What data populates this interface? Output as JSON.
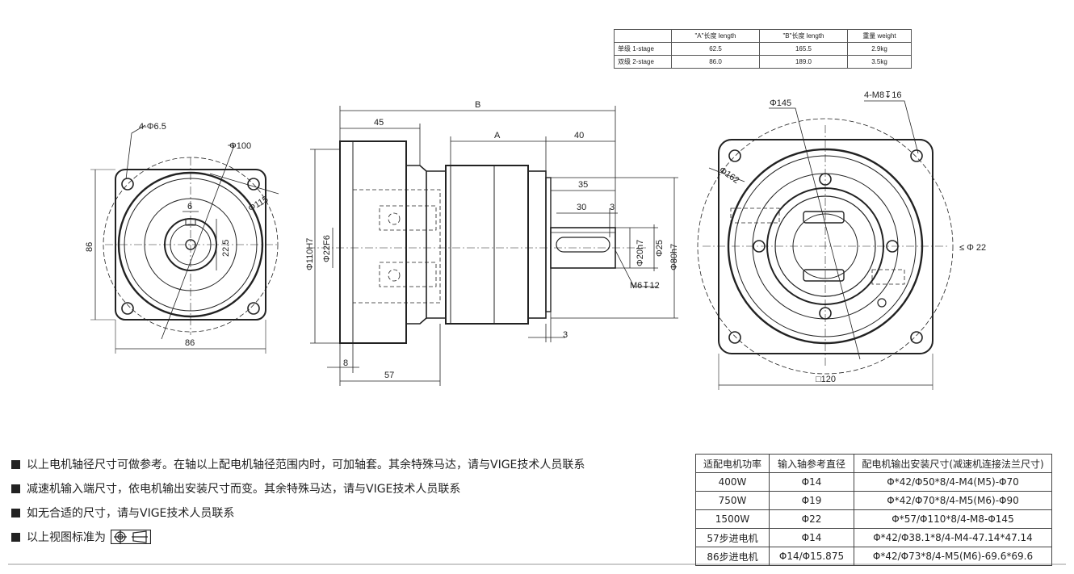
{
  "stage_table": {
    "headers": [
      "",
      "\"A\"长度 length",
      "\"B\"长度  length",
      "重量 weight"
    ],
    "rows": [
      [
        "单级 1-stage",
        "62.5",
        "165.5",
        "2.9kg"
      ],
      [
        "双级 2-stage",
        "86.0",
        "189.0",
        "3.5kg"
      ]
    ]
  },
  "front_view": {
    "bolt_holes": "4-Φ6.5",
    "pcd": "Φ100",
    "diameter_115": "Φ115",
    "key_width": "6",
    "key_height": "22.5",
    "height": "86",
    "width": "86"
  },
  "side_view": {
    "overall": "B",
    "flange_len": "45",
    "body_len": "A",
    "shaft_len": "40",
    "key_len": "35",
    "key_len2": "30",
    "key_offset": "3",
    "pilot": "Φ110H7",
    "input_bore": "Φ22F6",
    "shaft_dia": "Φ20h7",
    "collar_dia": "Φ25",
    "spigot_dia": "Φ80h7",
    "tap": "M6↧12",
    "spigot_len": "3",
    "flange_thk": "8",
    "input_len": "57"
  },
  "rear_view": {
    "pcd": "Φ145",
    "taps": "4-M8↧16",
    "outer": "Φ162",
    "bore_note": "≤ Φ 22",
    "square": "□120"
  },
  "notes": [
    "以上电机轴径尺寸可做参考。在轴以上配电机轴径范围内时，可加轴套。其余特殊马达，请与VIGE技术人员联系",
    "减速机输入端尺寸，依电机输出安装尺寸而变。其余特殊马达，请与VIGE技术人员联系",
    "如无合适的尺寸，请与VIGE技术人员联系",
    "以上视图标准为"
  ],
  "motor_table": {
    "headers": [
      "适配电机功率",
      "输入轴参考直径",
      "配电机输出安装尺寸(减速机连接法兰尺寸)"
    ],
    "rows": [
      [
        "400W",
        "Φ14",
        "Φ*42/Φ50*8/4-M4(M5)-Φ70"
      ],
      [
        "750W",
        "Φ19",
        "Φ*42/Φ70*8/4-M5(M6)-Φ90"
      ],
      [
        "1500W",
        "Φ22",
        "Φ*57/Φ110*8/4-M8-Φ145"
      ],
      [
        "57步进电机",
        "Φ14",
        "Φ*42/Φ38.1*8/4-M4-47.14*47.14"
      ],
      [
        "86步进电机",
        "Φ14/Φ15.875",
        "Φ*42/Φ73*8/4-M5(M6)-69.6*69.6"
      ]
    ]
  }
}
